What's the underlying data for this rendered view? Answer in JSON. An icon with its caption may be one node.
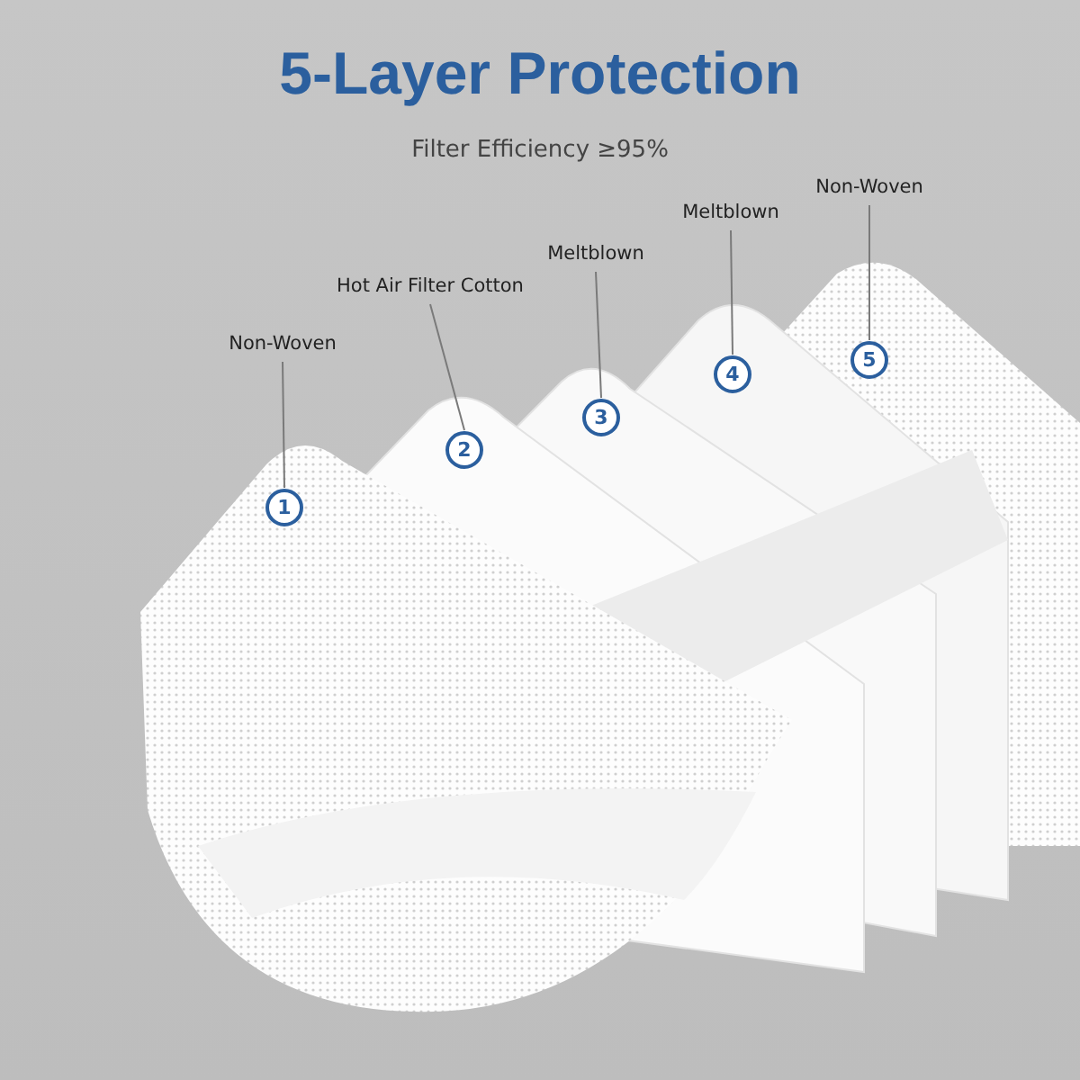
{
  "diagram": {
    "title": "5-Layer Protection",
    "nodes": [
      {
        "text": [
          "Non-Woven"
        ]
      },
      {
        "text": [
          "Hot Air Filter Cotton"
        ]
      },
      {
        "text": [
          "Meltblown"
        ]
      },
      {
        "text": [
          "Meltblown"
        ]
      },
      {
        "text": [
          "Non-Woven"
        ]
      },
      {
        "text": [
          "1"
        ]
      },
      {
        "text": [
          "2"
        ]
      },
      {
        "text": [
          "3"
        ]
      },
      {
        "text": [
          "4"
        ]
      },
      {
        "text": [
          "5"
        ]
      }
    ],
    "edges": [
      {
        "from": 0,
        "to": 5,
        "arrow": "none"
      },
      {
        "from": 1,
        "to": 6,
        "arrow": "none"
      },
      {
        "from": 2,
        "to": 7,
        "arrow": "none"
      },
      {
        "from": 3,
        "to": 8,
        "arrow": "none"
      },
      {
        "from": 4,
        "to": 9,
        "arrow": "none"
      }
    ],
    "labels": [
      "Filter Efficiency ≥95%"
    ]
  }
}
